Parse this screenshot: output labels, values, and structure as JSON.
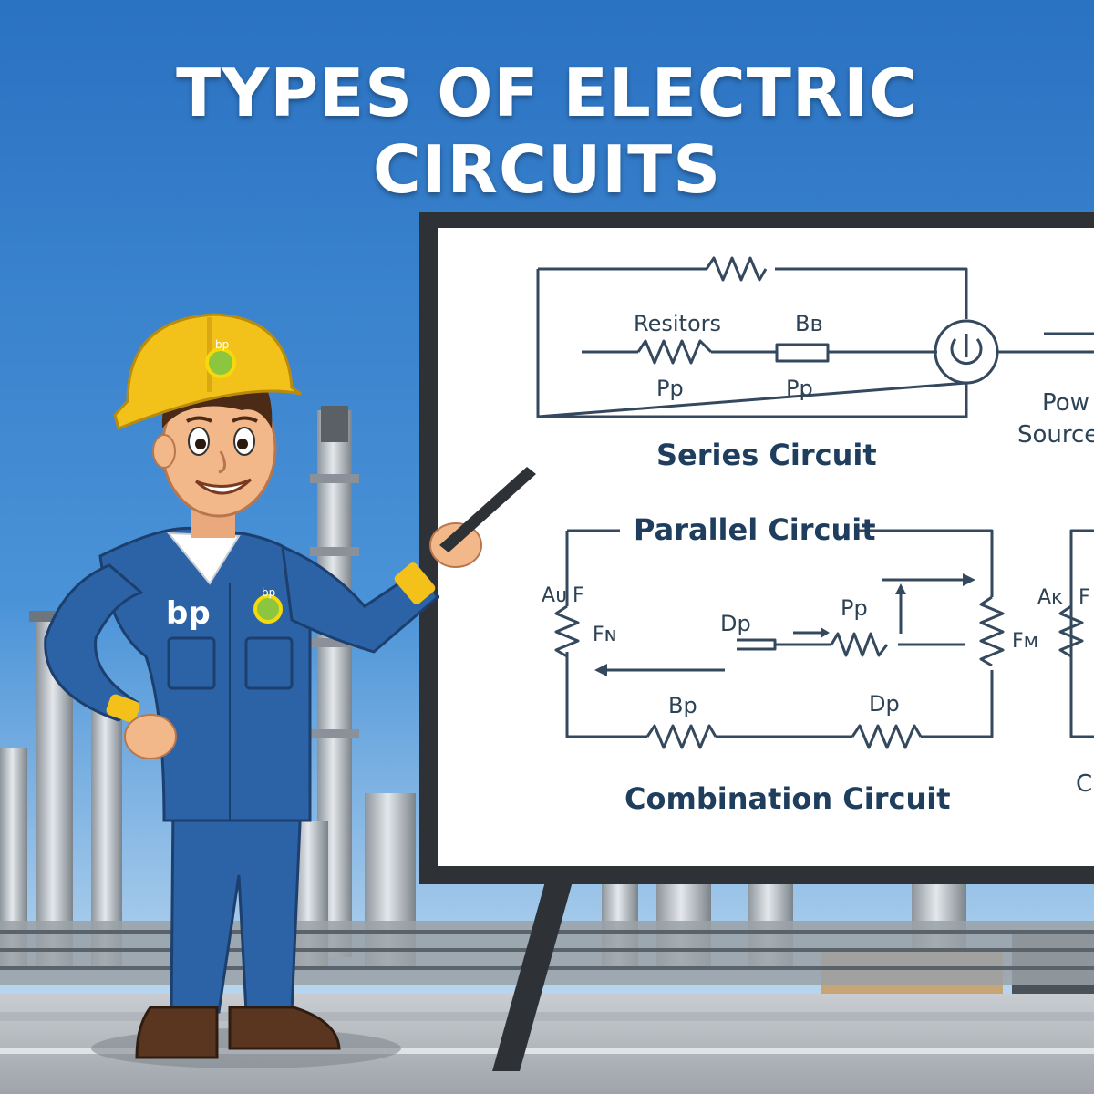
{
  "title": "TYPES OF ELECTRIC CIRCUITS",
  "colors": {
    "sky_top": "#2b78c8",
    "sky_bottom": "#cfe3f3",
    "helmet": "#f2c21b",
    "uniform": "#2c63a6",
    "board_frame": "#2e3236",
    "diagram_ink": "#1f3e5e"
  },
  "worker": {
    "shirt_logo": "bp",
    "helmet_logo": "bp",
    "pocket_logo": "bp"
  },
  "whiteboard": {
    "series": {
      "heading": "Series Circuit",
      "resistors_label": "Resitors",
      "b_label": "Bʙ",
      "p_label_1": "Pp",
      "p_label_2": "Pp",
      "power_label_line1": "Pow",
      "power_label_line2": "Source"
    },
    "parallel": {
      "heading": "Parallel Circuit",
      "a_label": "Aᴜ",
      "f_label": "F",
      "fn_label": "Fɴ",
      "dp_label": "Dp",
      "pp_label": "Pp",
      "fm_label": "Fᴍ",
      "bp_label": "Bp",
      "dp_bottom_label": "Dp",
      "right_a_label": "Aᴋ",
      "right_f_label": "F"
    },
    "combination": {
      "heading": "Combination Circuit",
      "right_partial": "C"
    }
  }
}
